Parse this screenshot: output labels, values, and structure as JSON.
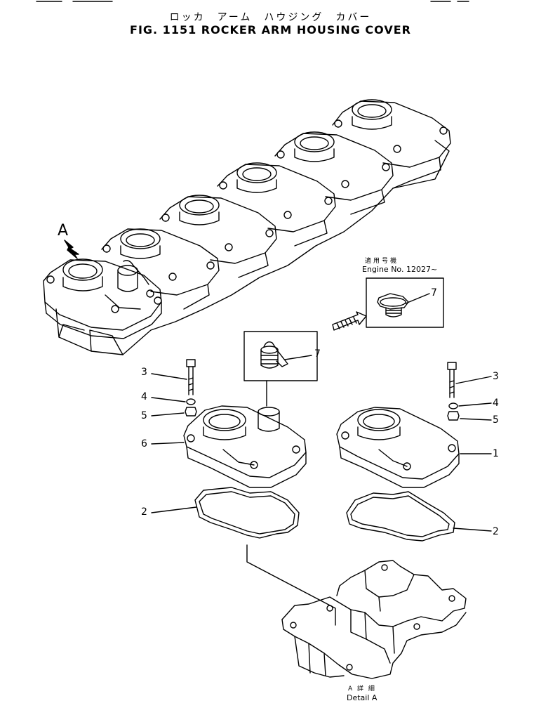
{
  "figure": {
    "title_jp": "ロッカ　アーム　ハウジング　カバー",
    "title_en": "FIG. 1151  ROCKER ARM HOUSING COVER"
  },
  "notes": {
    "applicability_jp": "適用号機",
    "applicability_en": "Engine No. 12027~",
    "detail_jp": "A 詳 細",
    "detail_en": "Detail A"
  },
  "view_label": "A",
  "callouts": {
    "c1": "1",
    "c2_left": "2",
    "c2_right": "2",
    "c3_left": "3",
    "c3_right": "3",
    "c4_left": "4",
    "c4_right": "4",
    "c5_left": "5",
    "c5_right": "5",
    "c6": "6",
    "c7_inset": "7",
    "c7_cap": "7"
  }
}
